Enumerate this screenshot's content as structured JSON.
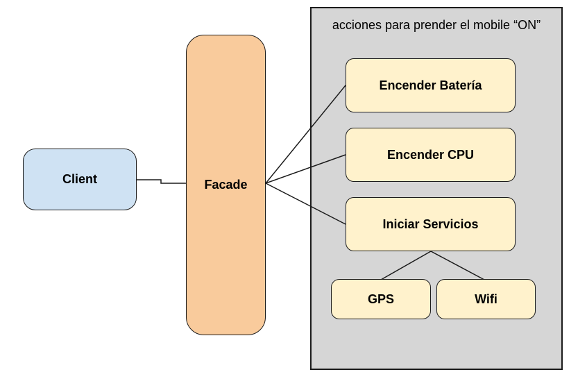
{
  "container": {
    "label": "acciones para prender el mobile “ON”",
    "fill": "#d6d6d6"
  },
  "nodes": {
    "client": {
      "label": "Client",
      "fill": "#cfe2f3"
    },
    "facade": {
      "label": "Facade",
      "fill": "#f9cb9c"
    },
    "encender_bateria": {
      "label": "Encender Batería",
      "fill": "#fff2cc"
    },
    "encender_cpu": {
      "label": "Encender CPU",
      "fill": "#fff2cc"
    },
    "iniciar_servicios": {
      "label": "Iniciar Servicios",
      "fill": "#fff2cc"
    },
    "gps": {
      "label": "GPS",
      "fill": "#fff2cc"
    },
    "wifi": {
      "label": "Wifi",
      "fill": "#fff2cc"
    }
  },
  "edges": [
    {
      "from": "client",
      "to": "facade"
    },
    {
      "from": "facade",
      "to": "encender_bateria"
    },
    {
      "from": "facade",
      "to": "encender_cpu"
    },
    {
      "from": "facade",
      "to": "iniciar_servicios"
    },
    {
      "from": "iniciar_servicios",
      "to": "gps"
    },
    {
      "from": "iniciar_servicios",
      "to": "wifi"
    }
  ],
  "colors": {
    "border": "#1b1b1b",
    "connector": "#1b1b1b",
    "background": "#ffffff"
  }
}
